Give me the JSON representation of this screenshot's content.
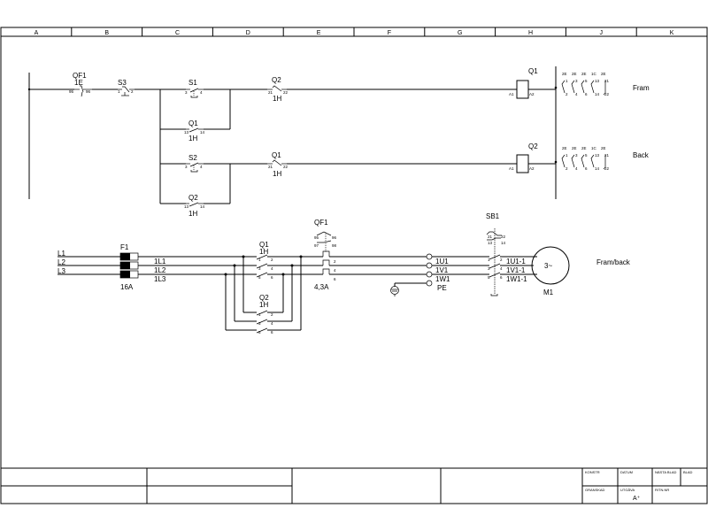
{
  "sheet": {
    "column_headers": [
      "A",
      "B",
      "C",
      "D",
      "E",
      "F",
      "G",
      "H",
      "J",
      "K"
    ]
  },
  "control_circuit": {
    "qf1": {
      "name": "QF1",
      "ref": "1E",
      "pins": [
        "95",
        "96"
      ]
    },
    "s3": {
      "name": "S3",
      "pins": [
        "1",
        "2"
      ]
    },
    "rung1": {
      "start_button": {
        "name": "S1",
        "pins": [
          "3",
          "4"
        ]
      },
      "hold_contact": {
        "name": "Q1",
        "ref": "1H",
        "pins": [
          "13",
          "14"
        ]
      },
      "interlock": {
        "name": "Q2",
        "ref": "1H",
        "pins": [
          "21",
          "22"
        ]
      },
      "coil": {
        "name": "Q1",
        "pins": [
          "A1",
          "A2"
        ]
      },
      "function": "Fram"
    },
    "rung2": {
      "start_button": {
        "name": "S2",
        "pins": [
          "3",
          "4"
        ]
      },
      "hold_contact": {
        "name": "Q2",
        "ref": "1H",
        "pins": [
          "13",
          "14"
        ]
      },
      "interlock": {
        "name": "Q1",
        "ref": "1H",
        "pins": [
          "21",
          "22"
        ]
      },
      "coil": {
        "name": "Q2",
        "pins": [
          "A1",
          "A2"
        ]
      },
      "function": "Back"
    },
    "contact_map": {
      "refs": [
        "2E",
        "2E",
        "2E",
        "1C",
        "2E"
      ],
      "top_pins": [
        "1",
        "3",
        "5",
        "13",
        "21"
      ],
      "bottom_pins": [
        "2",
        "4",
        "6",
        "14",
        "22"
      ]
    }
  },
  "power_circuit": {
    "phases": [
      "L1",
      "L2",
      "L3"
    ],
    "fuse": {
      "name": "F1",
      "rating": "16A"
    },
    "fuse_out": [
      "1L1",
      "1L2",
      "1L3"
    ],
    "contactor_q1": {
      "name": "Q1",
      "ref": "1H",
      "pins": [
        "1",
        "2",
        "3",
        "4",
        "5",
        "6"
      ]
    },
    "contactor_q2": {
      "name": "Q2",
      "ref": "1H",
      "pins": [
        "1",
        "2",
        "3",
        "4",
        "5",
        "6"
      ]
    },
    "overload": {
      "name": "QF1",
      "rating": "4,3A",
      "aux_pins": [
        "95",
        "96",
        "97",
        "98"
      ],
      "out_pins": [
        "2",
        "4",
        "6"
      ]
    },
    "terminals": [
      "1U1",
      "1V1",
      "1W1",
      "PE"
    ],
    "safety_switch": {
      "name": "SB1",
      "aux_pins": [
        "21",
        "22",
        "13",
        "14"
      ],
      "pins": [
        "1",
        "2",
        "3",
        "4",
        "5",
        "6"
      ]
    },
    "motor_leads": [
      "1U1-1",
      "1V1-1",
      "1W1-1"
    ],
    "motor": {
      "name": "M1",
      "symbol": "3~",
      "function": "Fram/back"
    }
  },
  "title_block": {
    "konstr_label": "KONSTR",
    "datum_label": "DATUM",
    "nasta_blad_label": "NÄSTA BLAD",
    "blad_label": "BLAD",
    "granskad_label": "GRANSKAD",
    "utgava_label": "UTGÅVA",
    "utgava_value": "A⁺",
    "ritnr_label": "RITN.NR"
  }
}
